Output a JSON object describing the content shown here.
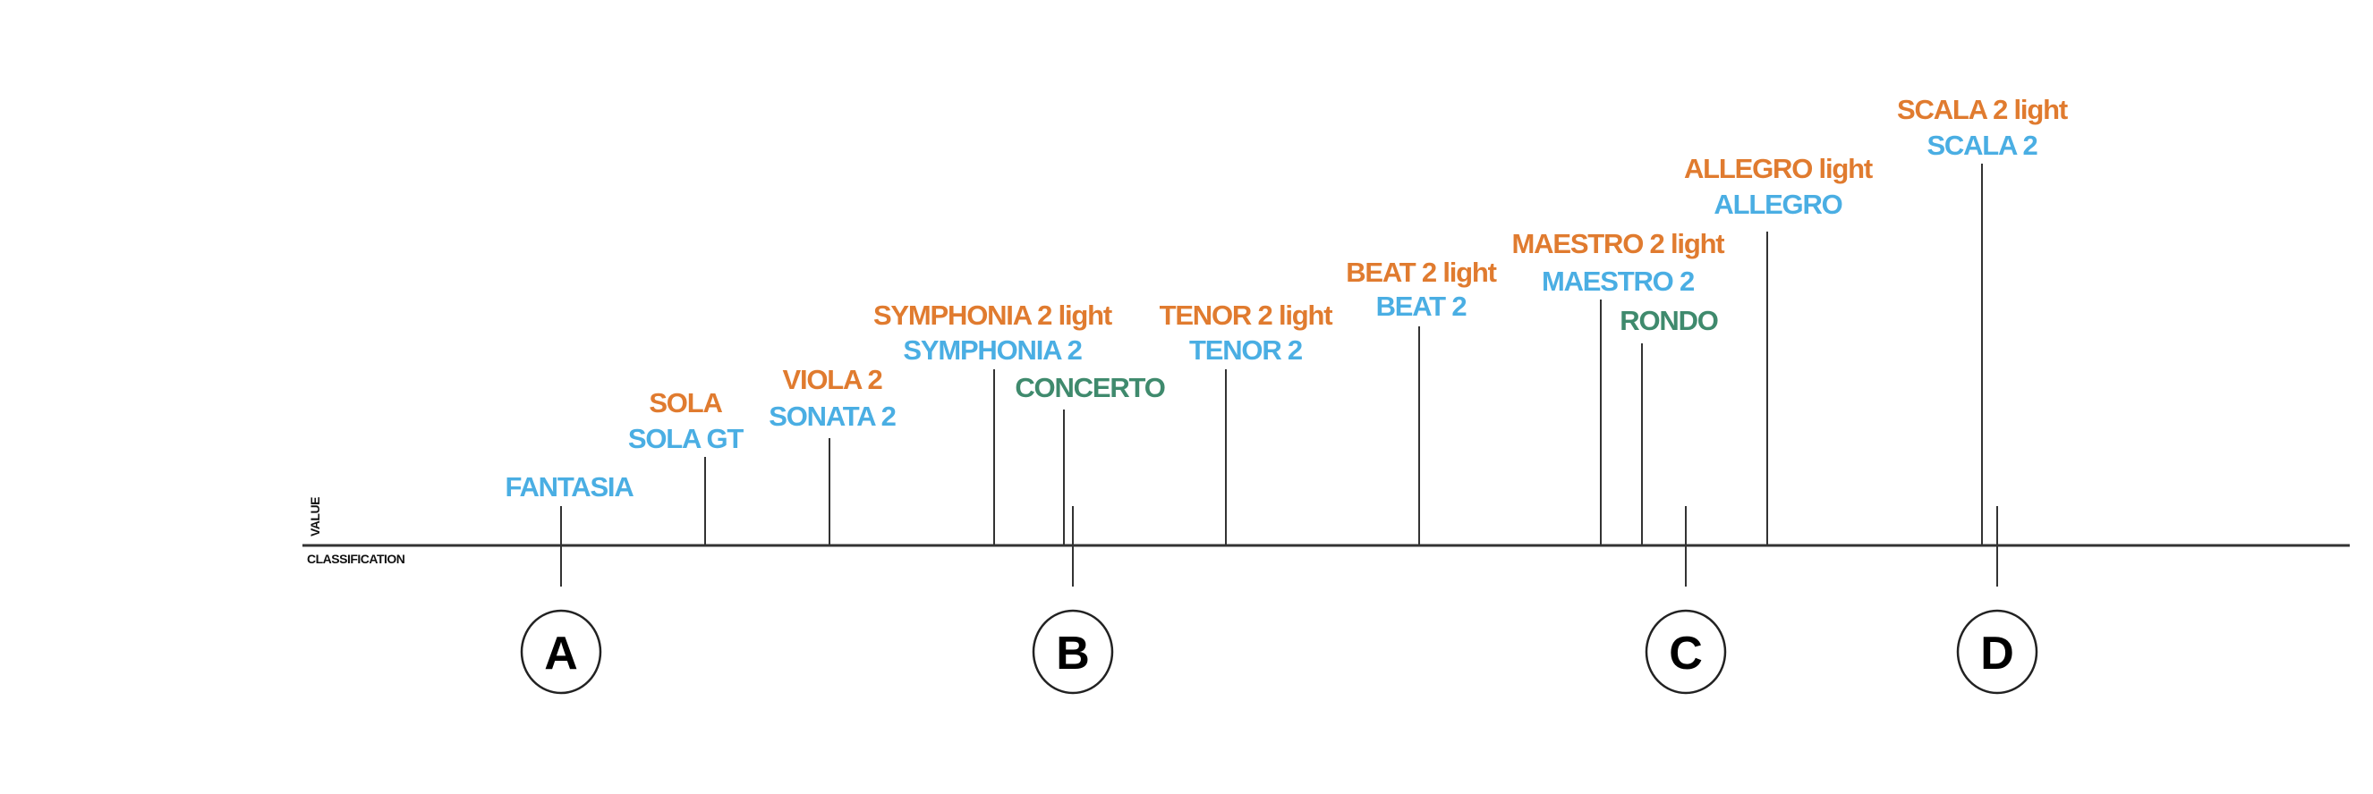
{
  "colors": {
    "orange": "#e07b2f",
    "blue": "#4aaee3",
    "green": "#3f8a6d",
    "line": "#333333"
  },
  "axis": {
    "value_label": "VALUE",
    "classification_label": "CLASSIFICATION"
  },
  "classes": [
    "A",
    "B",
    "C",
    "D"
  ],
  "products": [
    {
      "labels": [
        {
          "text": "FANTASIA",
          "color": "blue"
        }
      ]
    },
    {
      "labels": [
        {
          "text": "SOLA",
          "color": "orange"
        },
        {
          "text": "SOLA GT",
          "color": "blue"
        }
      ]
    },
    {
      "labels": [
        {
          "text": "VIOLA 2",
          "color": "orange"
        },
        {
          "text": "SONATA 2",
          "color": "blue"
        }
      ]
    },
    {
      "labels": [
        {
          "text": "SYMPHONIA 2 light",
          "color": "orange"
        },
        {
          "text": "SYMPHONIA 2",
          "color": "blue"
        }
      ]
    },
    {
      "labels": [
        {
          "text": "CONCERTO",
          "color": "green"
        }
      ]
    },
    {
      "labels": [
        {
          "text": "TENOR 2 light",
          "color": "orange"
        },
        {
          "text": "TENOR 2",
          "color": "blue"
        }
      ]
    },
    {
      "labels": [
        {
          "text": "BEAT 2 light",
          "color": "orange"
        },
        {
          "text": "BEAT 2",
          "color": "blue"
        }
      ]
    },
    {
      "labels": [
        {
          "text": "MAESTRO 2 light",
          "color": "orange"
        },
        {
          "text": "MAESTRO 2",
          "color": "blue"
        }
      ]
    },
    {
      "labels": [
        {
          "text": "RONDO",
          "color": "green"
        }
      ]
    },
    {
      "labels": [
        {
          "text": "ALLEGRO light",
          "color": "orange"
        },
        {
          "text": "ALLEGRO",
          "color": "blue"
        }
      ]
    },
    {
      "labels": [
        {
          "text": "SCALA 2 light",
          "color": "orange"
        },
        {
          "text": "SCALA 2",
          "color": "blue"
        }
      ]
    }
  ]
}
